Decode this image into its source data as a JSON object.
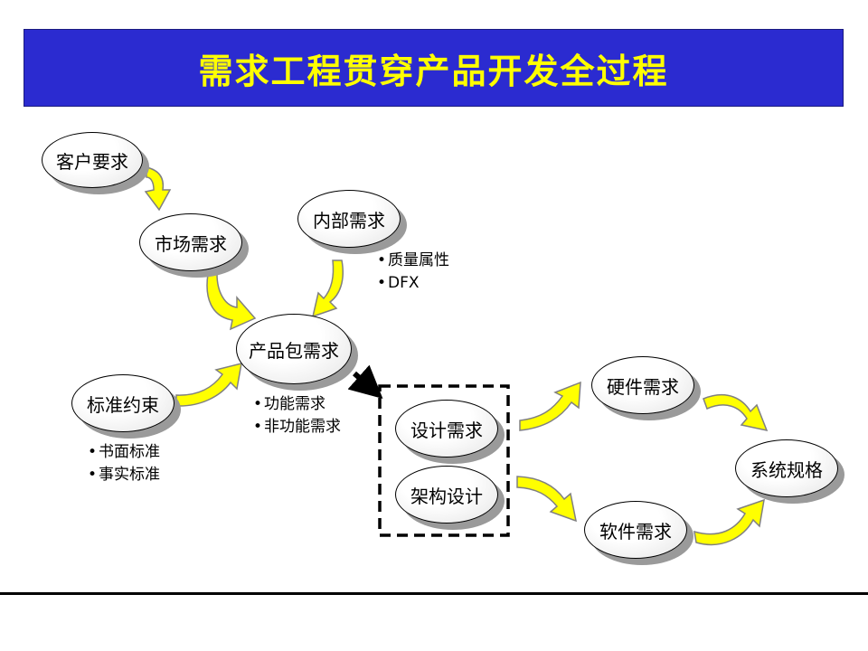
{
  "title": "需求工程贯穿产品开发全过程",
  "nodes": {
    "customer": "客户要求",
    "market": "市场需求",
    "internal": "内部需求",
    "product_package": "产品包需求",
    "standards": "标准约束",
    "design": "设计需求",
    "architecture": "架构设计",
    "hardware": "硬件需求",
    "software": "软件需求",
    "system_spec": "系统规格"
  },
  "notes": {
    "internal": [
      "质量属性",
      "DFX"
    ],
    "product_package": [
      "功能需求",
      "非功能需求"
    ],
    "standards": [
      "书面标准",
      "事实标准"
    ]
  },
  "bullet": "•",
  "colors": {
    "title_bg": "#2b2bd0",
    "title_text": "#ffff00",
    "arrow_fill": "#ffff00",
    "arrow_stroke": "#808080"
  }
}
